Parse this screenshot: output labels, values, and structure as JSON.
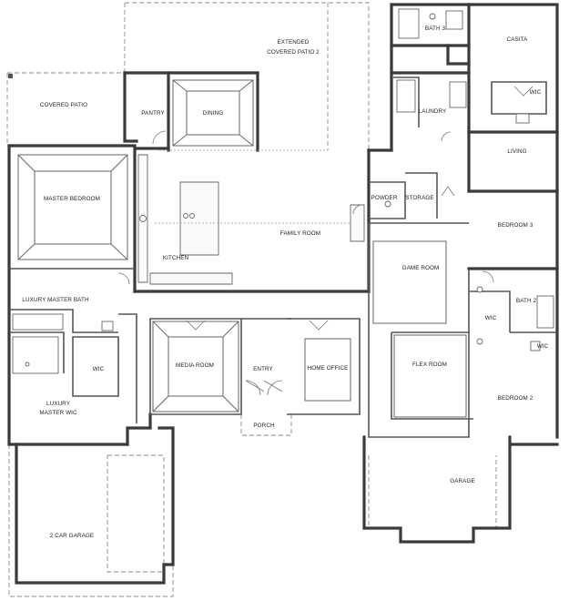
{
  "rooms": {
    "covered_patio": "COVERED PATIO",
    "pantry": "PANTRY",
    "dining": "DINING",
    "ext_patio_line1": "EXTENDED",
    "ext_patio_line2": "COVERED PATIO 2",
    "bath3": "BATH 3",
    "casita": "CASITA",
    "wic_casita": "WIC",
    "laundry": "LAUNDRY",
    "living": "LIVING",
    "master_bedroom": "MASTER BEDROOM",
    "powder": "POWDER",
    "storage": "STORAGE",
    "bedroom3": "BEDROOM 3",
    "family_room": "FAMILY ROOM",
    "kitchen": "KITCHEN",
    "game_room": "GAME ROOM",
    "luxury_master_bath": "LUXURY MASTER BATH",
    "bath2": "BATH 2",
    "wic_bath2": "WIC",
    "wic_bedroom2": "WIC",
    "media_room": "MEDIA ROOM",
    "entry": "ENTRY",
    "home_office": "HOME OFFICE",
    "flex_room": "FLEX ROOM",
    "wic_master": "WIC",
    "luxury_master_wic_line1": "LUXURY",
    "luxury_master_wic_line2": "MASTER WIC",
    "bedroom2": "BEDROOM 2",
    "porch": "PORCH",
    "garage": "GARAGE",
    "two_car_garage": "2 CAR GARAGE"
  }
}
